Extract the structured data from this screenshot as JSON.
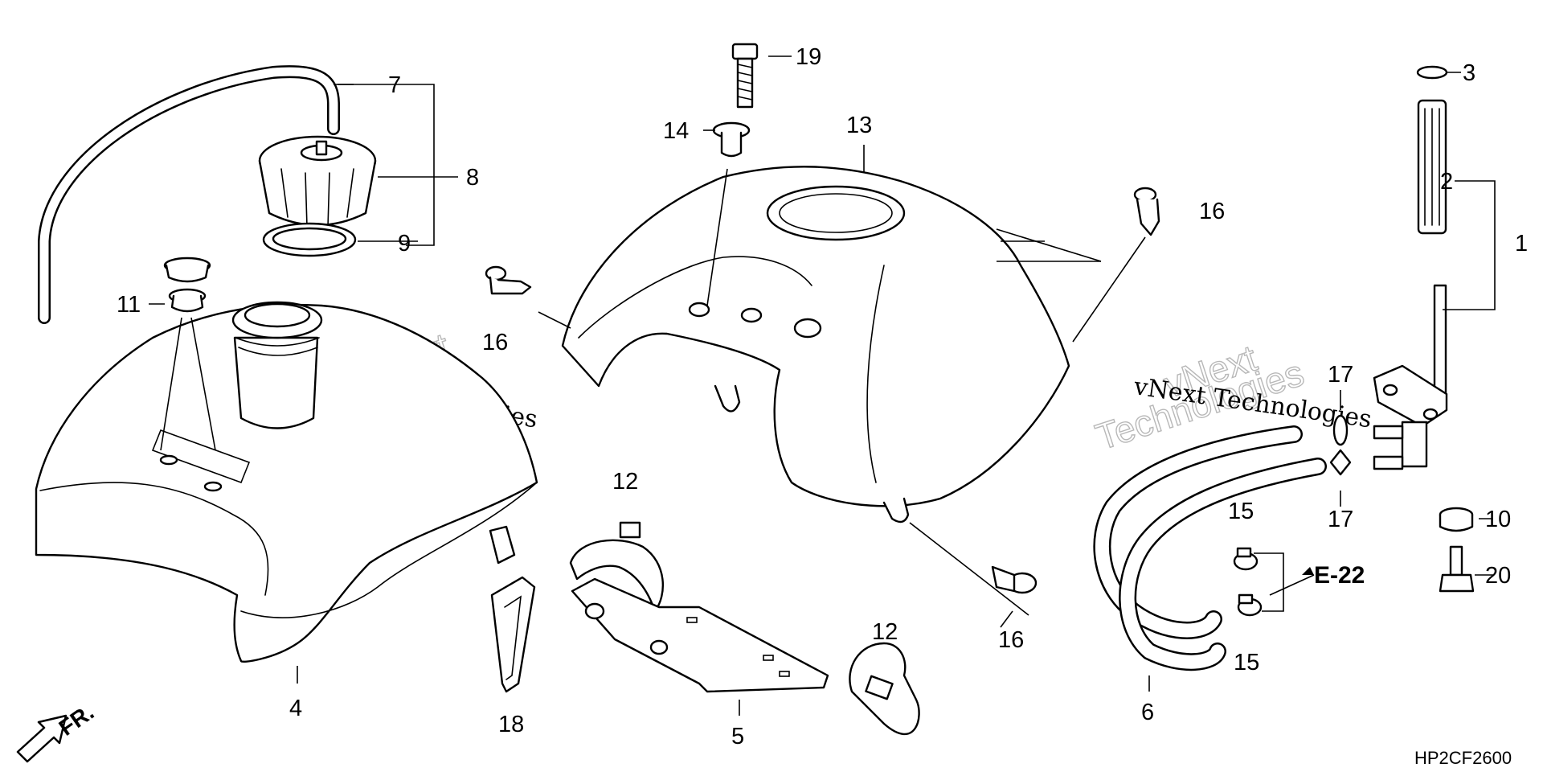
{
  "callouts": {
    "c1": "1",
    "c2": "2",
    "c3": "3",
    "c4": "4",
    "c5": "5",
    "c6": "6",
    "c7": "7",
    "c8": "8",
    "c9": "9",
    "c10": "10",
    "c11": "11",
    "c12a": "12",
    "c12b": "12",
    "c13": "13",
    "c14": "14",
    "c15a": "15",
    "c15b": "15",
    "c16a": "16",
    "c16b": "16",
    "c16c": "16",
    "c17a": "17",
    "c17b": "17",
    "c18": "18",
    "c19": "19",
    "c20": "20"
  },
  "reference": "E-22",
  "direction_label": "FR.",
  "diagram_code": "HP2CF2600",
  "watermark": {
    "brand_line1": "vNext",
    "brand_line2": "Technologies",
    "brand_full": "vNext Technologies"
  }
}
